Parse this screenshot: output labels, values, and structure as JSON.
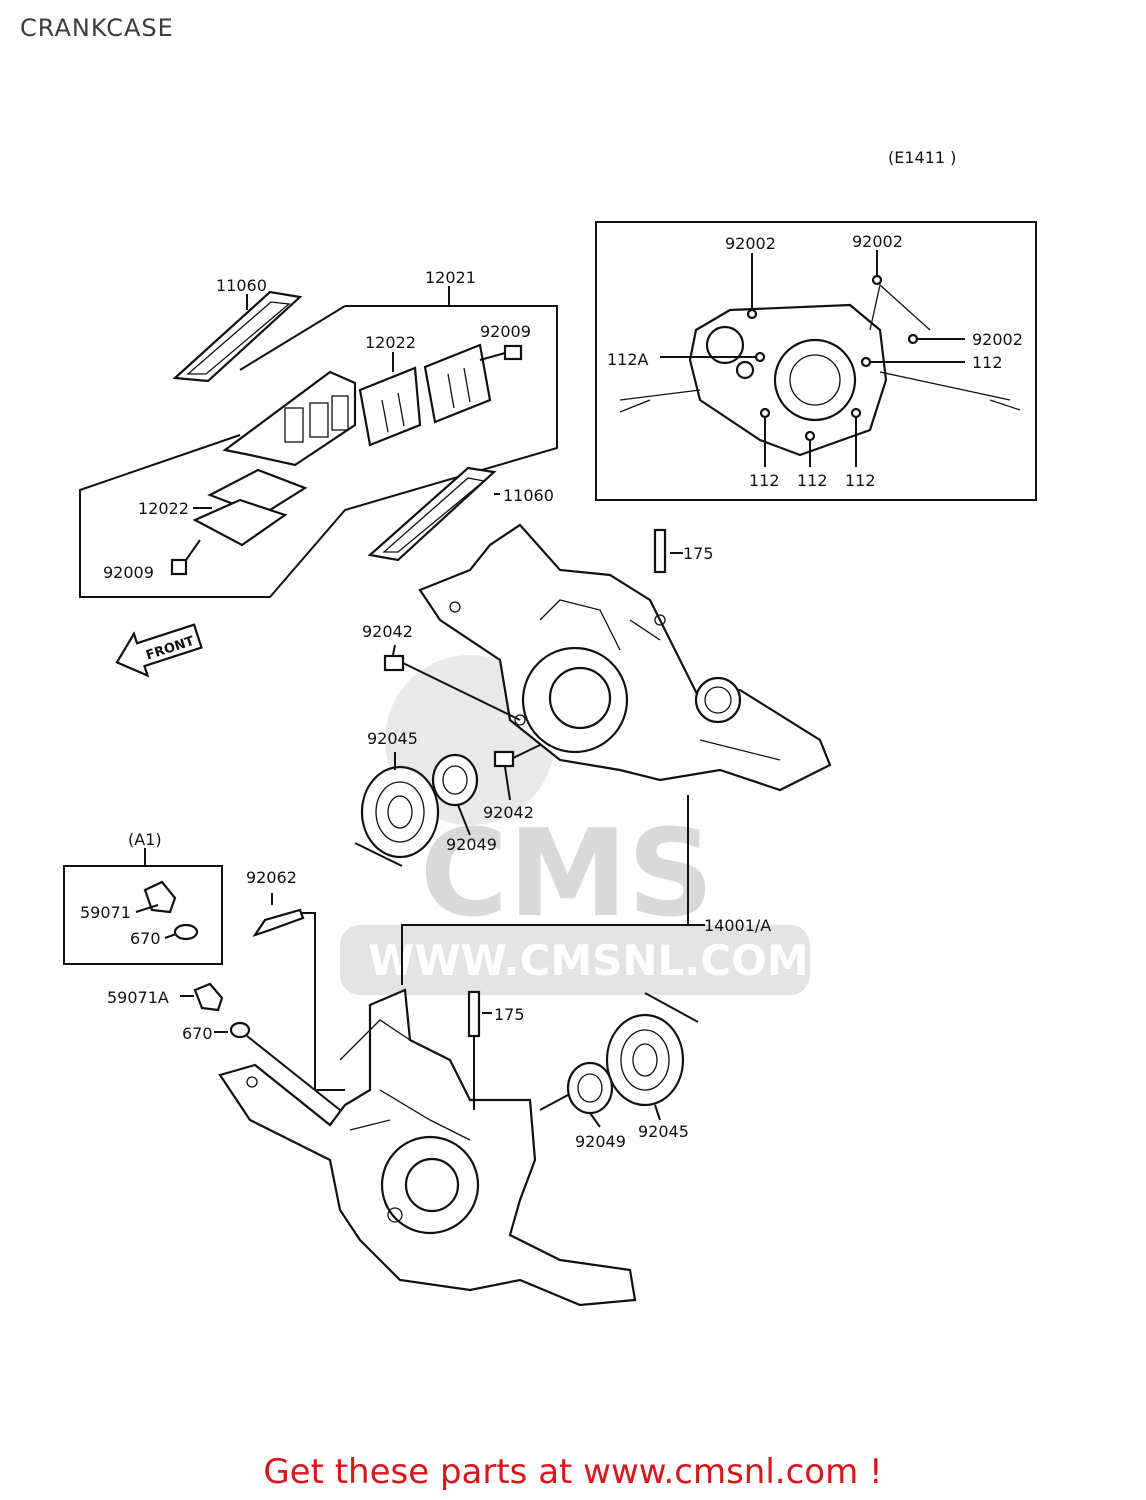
{
  "title": "CRANKCASE",
  "diagram_code": "(E1411 )",
  "labels": {
    "l11060_top": "11060",
    "l12021": "12021",
    "l12022_a": "12022",
    "l92009_a": "92009",
    "l12022_b": "12022",
    "l92009_b": "92009",
    "l11060_b": "11060",
    "l92002_a": "92002",
    "l92002_b": "92002",
    "l92002_c": "92002",
    "l112A": "112A",
    "l112_r": "112",
    "l112_b1": "112",
    "l112_b2": "112",
    "l112_b3": "112",
    "l175_a": "175",
    "l92042_a": "92042",
    "l92045_a": "92045",
    "l92049_a": "92049",
    "l92042_b": "92042",
    "lA1": "(A1)",
    "l59071": "59071",
    "l670_a": "670",
    "l92062": "92062",
    "l14001A": "14001/A",
    "l59071A": "59071A",
    "l670_b": "670",
    "l175_b": "175",
    "l92049_b": "92049",
    "l92045_b": "92045",
    "front": "FRONT"
  },
  "watermark": {
    "brand": "CMS",
    "url": "WWW.CMSNL.COM"
  },
  "footer": "Get these parts at www.cmsnl.com !"
}
